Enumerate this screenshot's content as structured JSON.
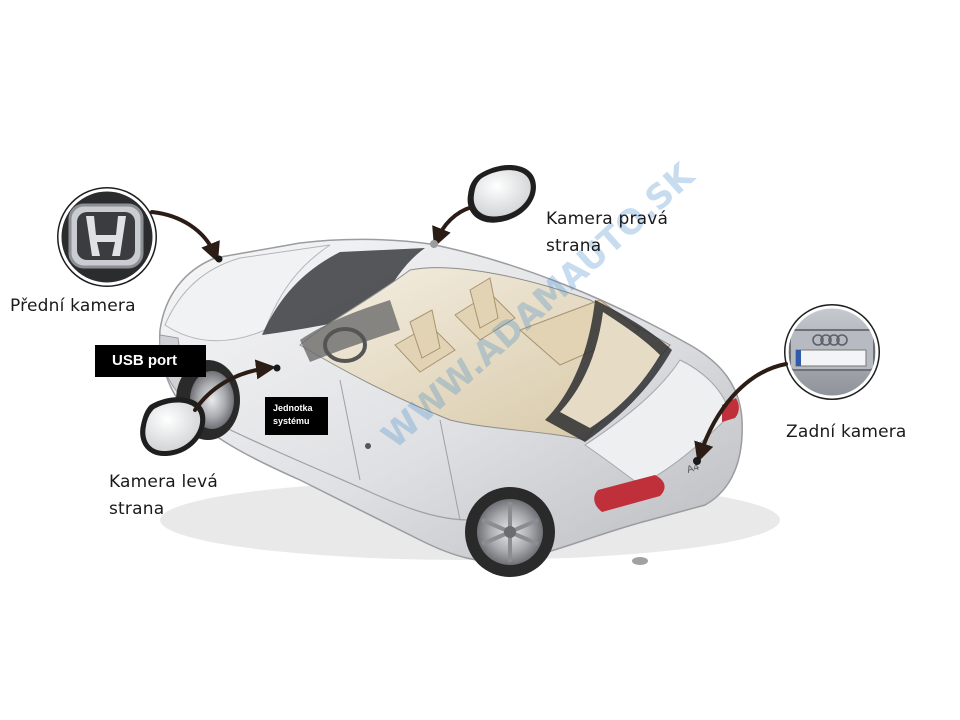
{
  "labels": {
    "front_camera": "Přední kamera",
    "right_camera": [
      "Kamera pravá",
      "strana"
    ],
    "left_camera": [
      "Kamera levá",
      "strana"
    ],
    "rear_camera": "Zadní kamera",
    "usb_port": "USB port",
    "system_unit": [
      "Jednotka",
      "systému"
    ]
  },
  "watermark": {
    "text": "WWW.ADAMAUTO.SK",
    "color": "#3a86c8"
  },
  "car_badge": "A4",
  "colors": {
    "car_body": "#e6e7ea",
    "interior": "#dccdb0",
    "pointer_arrow": "#2b1d16",
    "taillight": "#c0303a"
  },
  "icons": {
    "front_inset": "honda-logo-icon",
    "right_inset": "side-mirror-icon",
    "left_inset": "side-mirror-icon",
    "rear_inset": "license-plate-icon"
  }
}
